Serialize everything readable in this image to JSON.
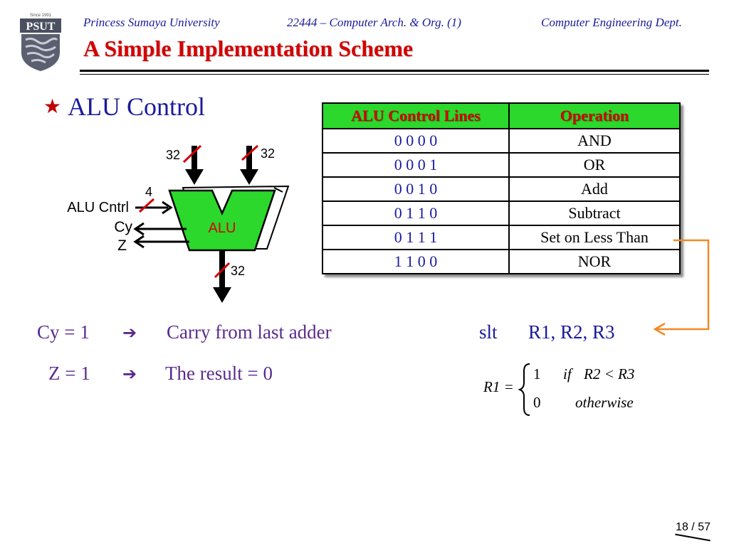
{
  "header": {
    "university": "Princess Sumaya University",
    "course": "22444 – Computer Arch. & Org. (1)",
    "department": "Computer Engineering Dept."
  },
  "logo": {
    "text": "PSUT",
    "since": "Since 1991"
  },
  "slide_title": "A Simple Implementation Scheme",
  "bullet": {
    "icon": "star-icon",
    "text": "ALU Control"
  },
  "diagram": {
    "input_a_width": "32",
    "input_b_width": "32",
    "control_width": "4",
    "control_label": "ALU Cntrl",
    "carry_label": "Cy",
    "zero_label": "Z",
    "alu_label": "ALU",
    "output_width": "32"
  },
  "table": {
    "headers": [
      "ALU Control Lines",
      "Operation"
    ],
    "rows": [
      {
        "code": "0 0 0 0",
        "op": "AND"
      },
      {
        "code": "0 0 0 1",
        "op": "OR"
      },
      {
        "code": "0 0 1 0",
        "op": "Add"
      },
      {
        "code": "0 1 1 0",
        "op": "Subtract"
      },
      {
        "code": "0 1 1 1",
        "op": "Set on Less Than"
      },
      {
        "code": "1 1 0 0",
        "op": "NOR"
      }
    ]
  },
  "notes": {
    "cy_lhs": "Cy = 1",
    "cy_rhs": "Carry from last adder",
    "z_lhs": "Z = 1",
    "z_rhs": "The result = 0",
    "arrow_icon": "right-arrow-icon"
  },
  "slt": {
    "mnemonic": "slt",
    "operands": "R1, R2, R3"
  },
  "equation": {
    "lhs": "R1 =",
    "case1_value": "1",
    "case1_cond_if": "if",
    "case1_cond_expr": "R2 < R3",
    "case2_value": "0",
    "case2_cond": "otherwise"
  },
  "pager": {
    "current": "18",
    "sep": "/",
    "total": "57"
  },
  "colors": {
    "accent_blue": "#1a1a9c",
    "title_red": "#d40000",
    "alu_green": "#2bd82b",
    "connector_orange": "#f08a24",
    "note_purple": "#5a2b8c"
  }
}
